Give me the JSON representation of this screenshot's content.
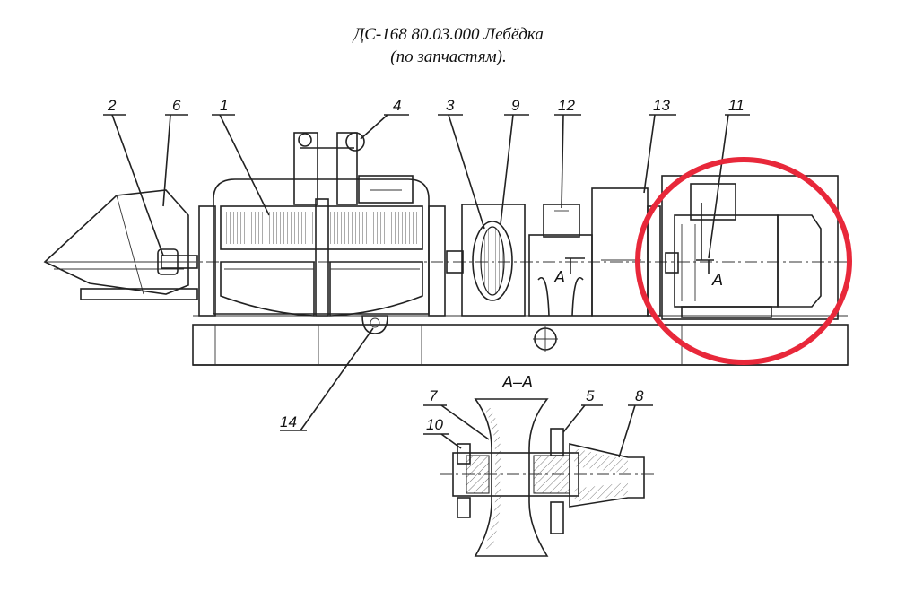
{
  "title": {
    "line1": "ДС-168 80.03.000 Лебёдка",
    "line2": "(по запчастям)."
  },
  "labels": [
    "2",
    "6",
    "1",
    "4",
    "3",
    "9",
    "12",
    "13",
    "11",
    "14",
    "7",
    "5",
    "8",
    "10"
  ],
  "section": {
    "title": "А–А",
    "marker": "А"
  },
  "colors": {
    "highlight": "#e8283a",
    "ink": "#222222"
  }
}
